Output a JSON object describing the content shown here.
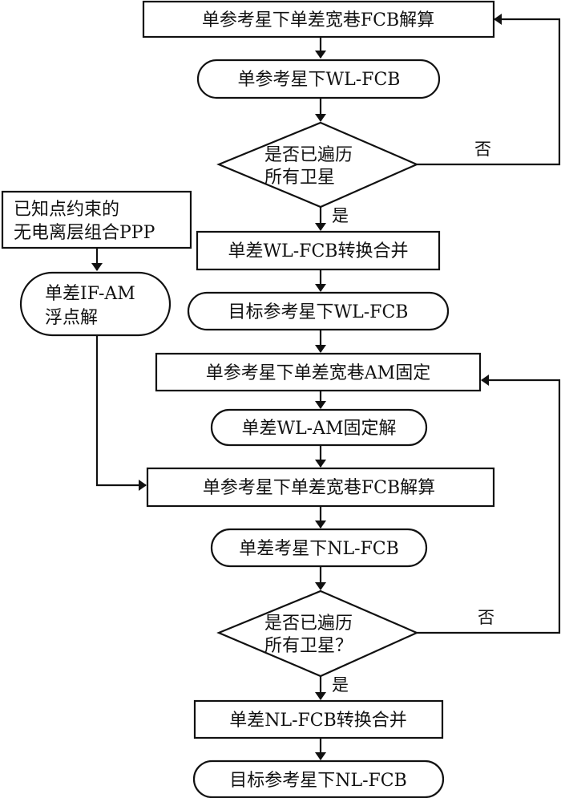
{
  "diagram": {
    "type": "flowchart",
    "nodes": [
      {
        "id": "n1",
        "shape": "rect",
        "lines": [
          "单参考星下单差宽巷FCB解算"
        ]
      },
      {
        "id": "n2",
        "shape": "terminal",
        "lines": [
          "单参考星下WL-FCB"
        ]
      },
      {
        "id": "n3",
        "shape": "diamond",
        "lines": [
          "是否已遍历",
          "所有卫星"
        ]
      },
      {
        "id": "n4",
        "shape": "rect",
        "lines": [
          "单差WL-FCB转换合并"
        ]
      },
      {
        "id": "n5",
        "shape": "terminal",
        "lines": [
          "目标参考星下WL-FCB"
        ]
      },
      {
        "id": "n6",
        "shape": "rect",
        "lines": [
          "单参考星下单差宽巷AM固定"
        ]
      },
      {
        "id": "n7",
        "shape": "terminal",
        "lines": [
          "单差WL-AM固定解"
        ]
      },
      {
        "id": "n8",
        "shape": "rect",
        "lines": [
          "单参考星下单差宽巷FCB解算"
        ]
      },
      {
        "id": "n9",
        "shape": "terminal",
        "lines": [
          "单差考星下NL-FCB"
        ]
      },
      {
        "id": "n10",
        "shape": "diamond",
        "lines": [
          "是否已遍历",
          "所有卫星？"
        ]
      },
      {
        "id": "n11",
        "shape": "rect",
        "lines": [
          "单差NL-FCB转换合并"
        ]
      },
      {
        "id": "n12",
        "shape": "terminal",
        "lines": [
          "目标参考星下NL-FCB"
        ]
      },
      {
        "id": "s1",
        "shape": "rect",
        "lines": [
          "已知点约束的",
          "无电离层组合PPP"
        ]
      },
      {
        "id": "s2",
        "shape": "terminal",
        "lines": [
          "单差IF-AM",
          "浮点解"
        ]
      }
    ],
    "edges": [
      {
        "from": "n1",
        "to": "n2",
        "label": ""
      },
      {
        "from": "n2",
        "to": "n3",
        "label": ""
      },
      {
        "from": "n3",
        "to": "n1",
        "label": "否"
      },
      {
        "from": "n3",
        "to": "n4",
        "label": "是"
      },
      {
        "from": "n4",
        "to": "n5",
        "label": ""
      },
      {
        "from": "n5",
        "to": "n6",
        "label": ""
      },
      {
        "from": "n6",
        "to": "n7",
        "label": ""
      },
      {
        "from": "n7",
        "to": "n8",
        "label": ""
      },
      {
        "from": "s1",
        "to": "s2",
        "label": ""
      },
      {
        "from": "s2",
        "to": "n8",
        "label": ""
      },
      {
        "from": "n8",
        "to": "n9",
        "label": ""
      },
      {
        "from": "n9",
        "to": "n10",
        "label": ""
      },
      {
        "from": "n10",
        "to": "n6",
        "label": "否"
      },
      {
        "from": "n10",
        "to": "n11",
        "label": "是"
      },
      {
        "from": "n11",
        "to": "n12",
        "label": ""
      }
    ]
  }
}
